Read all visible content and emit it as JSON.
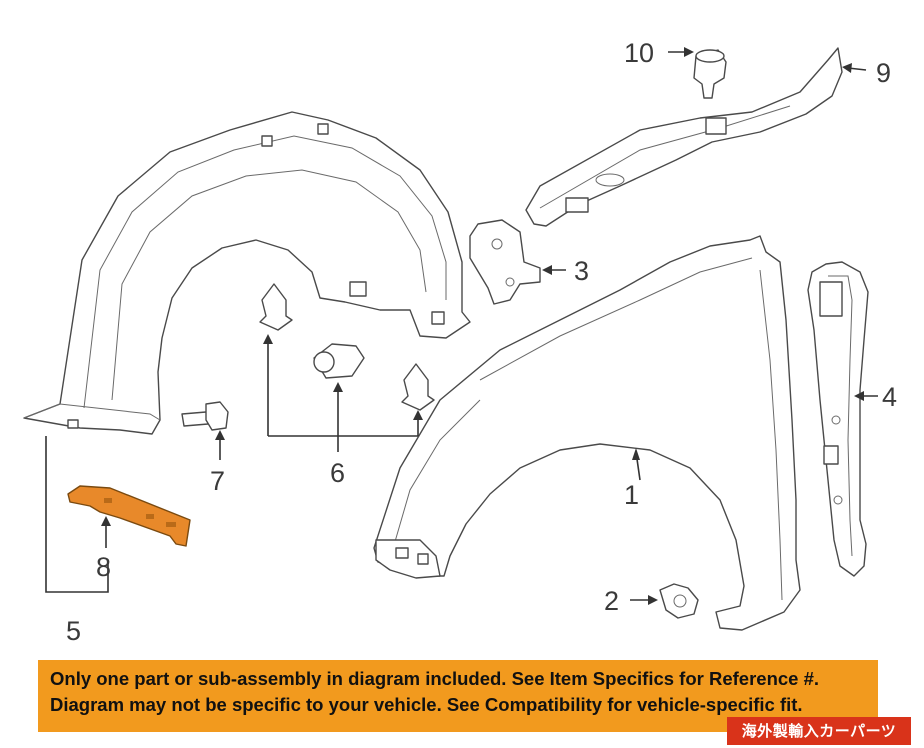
{
  "callouts": {
    "c1": "1",
    "c2": "2",
    "c3": "3",
    "c4": "4",
    "c5": "5",
    "c6": "6",
    "c7": "7",
    "c8": "8",
    "c9": "9",
    "c10": "10"
  },
  "notice": {
    "line1": "Only one part or sub-assembly in diagram included. See Item Specifics for Reference #.",
    "line2": "Diagram may not be specific to your vehicle. See Compatibility for vehicle-specific fit.",
    "background": "#f29a1e"
  },
  "watermark": {
    "text": "海外製輸入カーパーツ",
    "background": "#d9331a"
  },
  "highlight_color": "#e8892a"
}
